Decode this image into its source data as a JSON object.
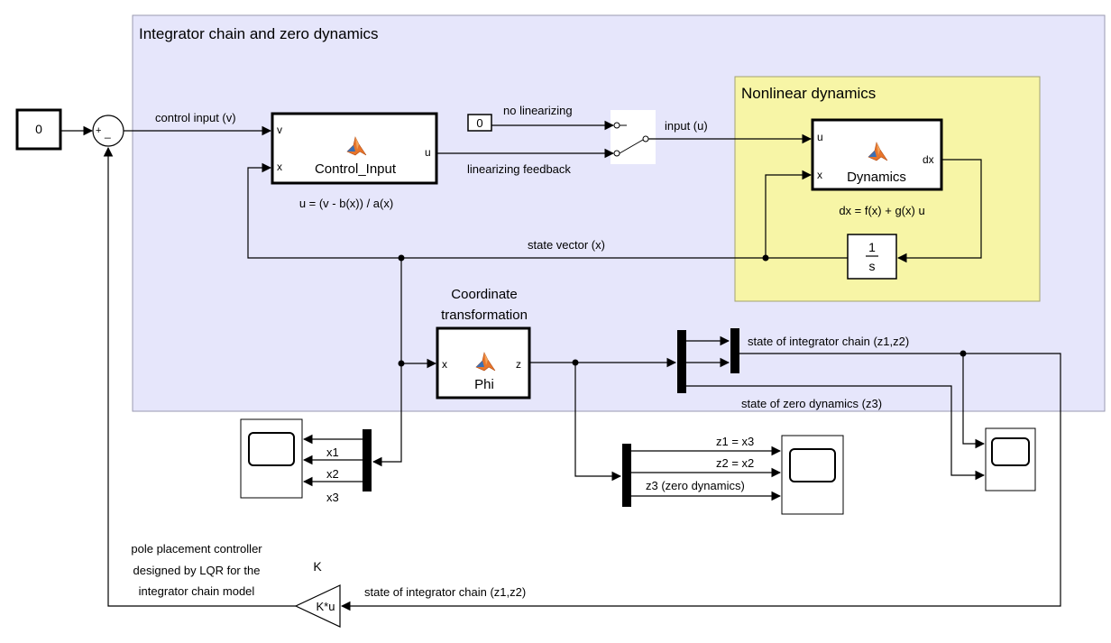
{
  "areas": {
    "outer_title": "Integrator chain and zero dynamics",
    "inner_title": "Nonlinear dynamics"
  },
  "blocks": {
    "const_ref": "0",
    "sum_plus": "+",
    "sum_minus": "_",
    "const_switch": "0",
    "control_input": {
      "name": "Control_Input",
      "port_v": "v",
      "port_x": "x",
      "port_u": "u",
      "annotation": "u = (v - b(x)) / a(x)"
    },
    "dynamics": {
      "name": "Dynamics",
      "port_u": "u",
      "port_x": "x",
      "port_dx": "dx",
      "annotation": "dx = f(x) + g(x) u"
    },
    "integrator": {
      "num": "1",
      "den": "s"
    },
    "phi": {
      "name": "Phi",
      "port_x": "x",
      "port_z": "z",
      "title_line1": "Coordinate",
      "title_line2": "transformation"
    },
    "gain": {
      "name": "K",
      "expr": "K*u",
      "caption_line1": "pole placement controller",
      "caption_line2": "designed by LQR for the",
      "caption_line3": "integrator chain model"
    }
  },
  "signals": {
    "control_input": "control input (v)",
    "no_linearizing": "no linearizing",
    "linearizing_feedback": "linearizing feedback",
    "input_u": "input (u)",
    "state_vector": "state vector (x)",
    "integrator_state_top": "state of integrator chain (z1,z2)",
    "zero_dyn_state": "state of zero dynamics (z3)",
    "integrator_state_bottom": "state of integrator chain (z1,z2)",
    "x1": "x1",
    "x2": "x2",
    "x3": "x3",
    "z1": "z1 = x3",
    "z2": "z2 = x2",
    "z3": "z3 (zero dynamics)"
  },
  "colors": {
    "outer_area": "#e6e6fb",
    "outer_border": "#9a9ab0",
    "inner_area": "#f7f5a6",
    "inner_border": "#a3a370",
    "matlab_orange": "#e8752b",
    "matlab_blue": "#3a6fb5"
  },
  "icons": [
    "matlab-function-icon",
    "scope-icon",
    "switch-icon"
  ]
}
